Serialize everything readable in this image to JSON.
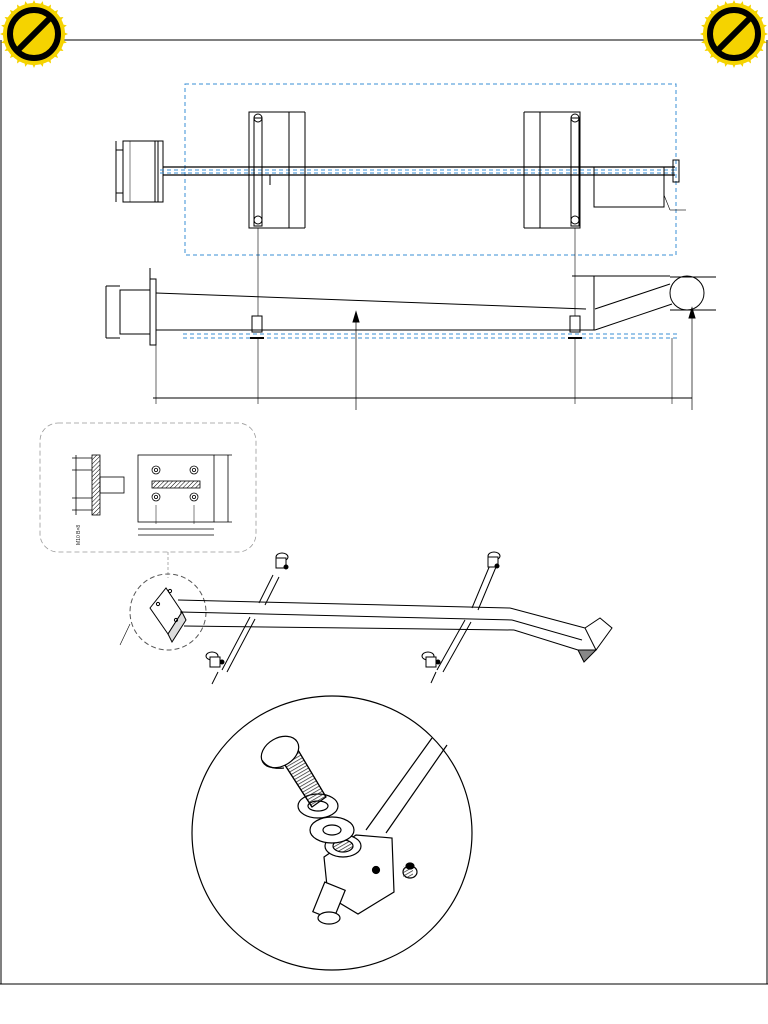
{
  "sheet": {
    "badge_left_icon": "prohibited-sign-icon",
    "badge_right_icon": "prohibited-sign-icon",
    "badge_fill": "#f5d300",
    "badge_ring": "#000000",
    "line_color": "#000000",
    "hidden_line_color": "#3a8fd6"
  },
  "views": {
    "plan_view": {
      "icon": "top-view-drawing"
    },
    "elevation_view": {
      "icon": "side-view-drawing"
    },
    "base_plate_detail": {
      "icon": "base-plate-detail-drawing"
    },
    "isometric_view": {
      "icon": "isometric-assembly-drawing"
    },
    "fastener_detail": {
      "icon": "exploded-fastener-detail"
    }
  },
  "detail_text": {
    "plate_label": "M10 B×8"
  }
}
